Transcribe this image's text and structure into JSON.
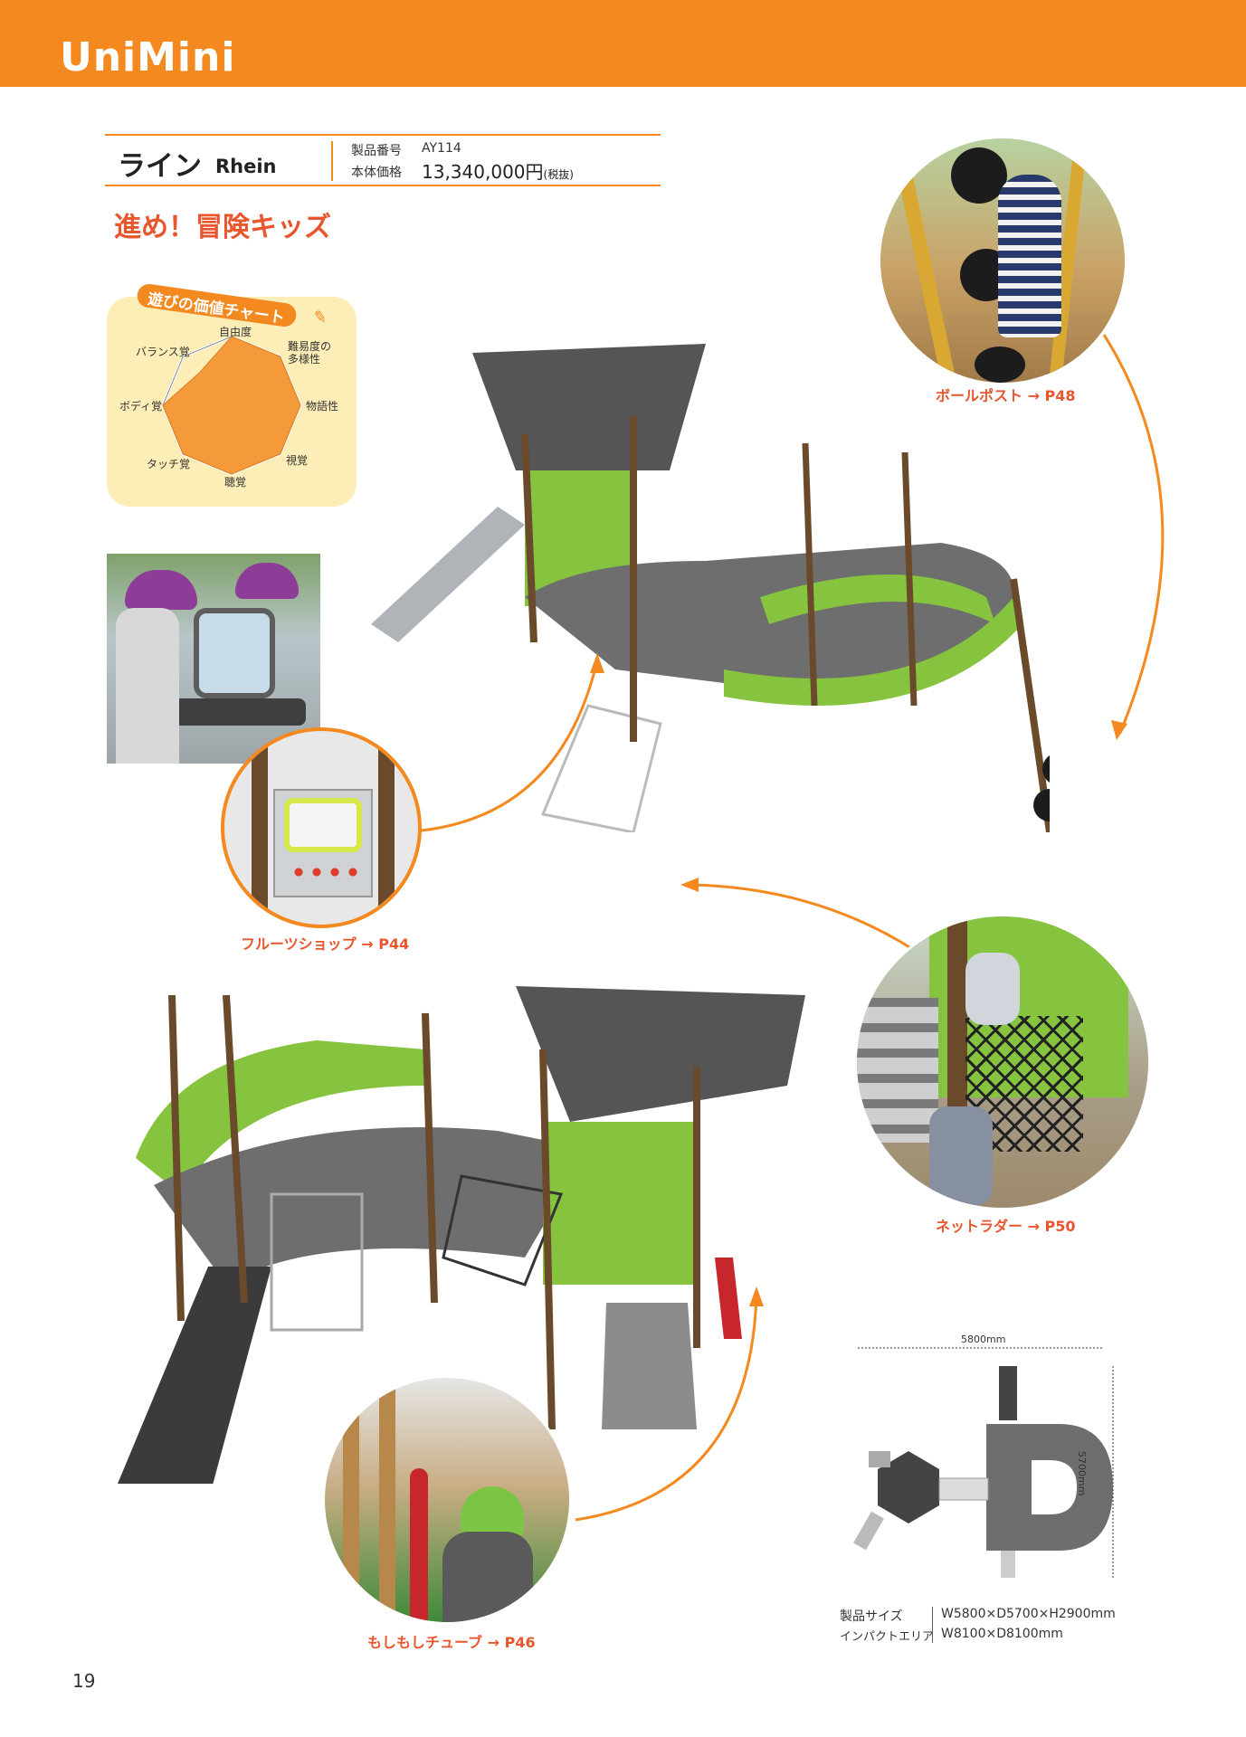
{
  "header": {
    "brand": "UniMini"
  },
  "product": {
    "name_jp": "ライン",
    "name_en": "Rhein",
    "code_label": "製品番号",
    "code_value": "AY114",
    "price_label": "本体価格",
    "price_value": "13,340,000円",
    "price_note": "(税抜)"
  },
  "catchcopy": "進め！冒険キッズ",
  "value_chart": {
    "title": "遊びの価値チャート",
    "axes": [
      "自由度",
      "難易度の多様性",
      "物語性",
      "視覚",
      "聴覚",
      "タッチ覚",
      "ボディ覚",
      "バランス覚"
    ],
    "axis_labels": {
      "a0": "自由度",
      "a1_line1": "難易度の",
      "a1_line2": "多様性",
      "a2": "物語性",
      "a3": "視覚",
      "a4": "聴覚",
      "a5": "タッチ覚",
      "a6": "ボディ覚",
      "a7": "バランス覚"
    }
  },
  "chart_data": {
    "type": "radar",
    "title": "遊びの価値チャート",
    "categories": [
      "自由度",
      "難易度の多様性",
      "物語性",
      "視覚",
      "聴覚",
      "タッチ覚",
      "ボディ覚",
      "バランス覚"
    ],
    "values": [
      3,
      3,
      3,
      3,
      3,
      3,
      3,
      2
    ],
    "max": 3
  },
  "callouts": {
    "ball_post": "ボールポスト → P48",
    "fruit_shop": "フルーツショップ → P44",
    "net_ladder": "ネットラダー → P50",
    "tube": "もしもしチューブ → P46"
  },
  "dimensions": {
    "width": "5800mm",
    "depth": "5700mm"
  },
  "size": {
    "label1": "製品サイズ",
    "value1": "W5800×D5700×H2900mm",
    "label2": "インパクトエリア",
    "value2": "W8100×D8100mm"
  },
  "page_number": "19",
  "colors": {
    "accent": "#f4891f",
    "callout": "#e8562e",
    "chart_bg": "#fdeeb8",
    "chart_fill": "#f49a3a",
    "green": "#86c440",
    "dark": "#4a4a4a"
  }
}
